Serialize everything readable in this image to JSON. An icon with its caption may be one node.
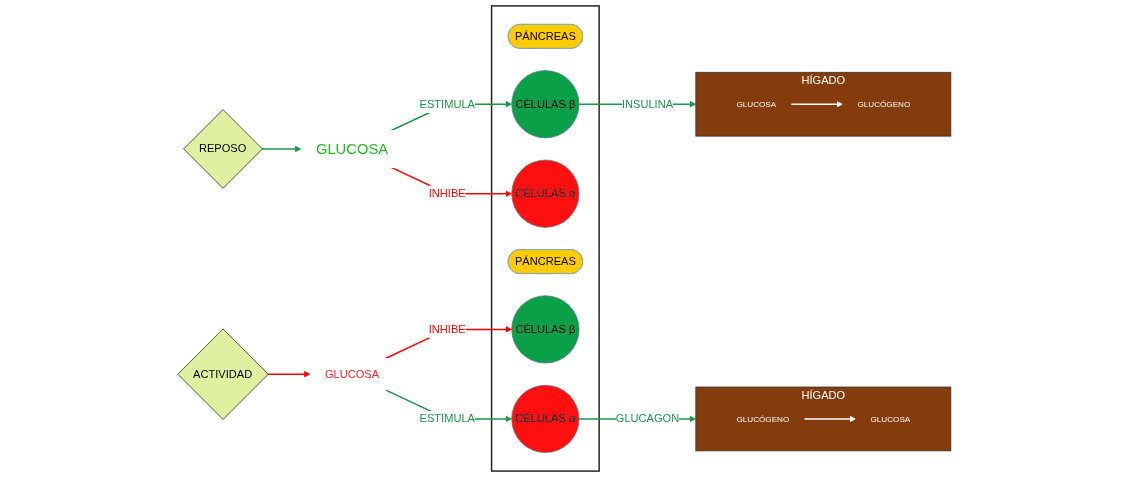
{
  "diagram": {
    "nodes": [
      {
        "text": [
          "REPOSO"
        ]
      },
      {
        "text": [
          "GLUCOSA"
        ]
      },
      {
        "text": [],
        "shape": "box"
      },
      {
        "text": [
          "PÁNCREAS"
        ],
        "in": 2
      },
      {
        "text": [
          "CÉLULAS β"
        ],
        "in": 2
      },
      {
        "text": [
          "CÉLULAS α"
        ],
        "in": 2
      },
      {
        "text": [
          "HÍGADO"
        ]
      },
      {
        "text": [
          "GLUCOSA"
        ],
        "in": 6
      },
      {
        "text": [
          "GLUCÓGENO"
        ],
        "in": 6
      },
      {
        "text": [
          "HÍGADO"
        ]
      },
      {
        "text": [
          "GLUCOSA"
        ],
        "in": 9
      },
      {
        "text": [
          "GLUCÓGENO"
        ],
        "in": 9
      },
      {
        "text": [
          "PÁNCREAS"
        ],
        "in": 2
      },
      {
        "text": [
          "CÉLULAS β"
        ],
        "in": 2
      },
      {
        "text": [
          "CÉLULAS α"
        ],
        "in": 2
      },
      {
        "text": [
          "GLUCOSA"
        ]
      },
      {
        "text": [
          "ACTIVIDAD"
        ]
      }
    ],
    "edges": [
      {
        "from": 0,
        "to": 1,
        "arrow": "to"
      },
      {
        "from": 1,
        "to": 4,
        "arrow": "to",
        "label": "ESTIMULA"
      },
      {
        "from": 1,
        "to": 5,
        "arrow": "to",
        "label": "INHIBE",
        "color": "#ff0000"
      },
      {
        "from": 4,
        "to": 9,
        "arrow": "to",
        "label": "INSULINA"
      },
      {
        "from": 8,
        "to": 7,
        "arrow": "to",
        "color": "#ffffff"
      },
      {
        "from": 10,
        "to": 11,
        "arrow": "to",
        "color": "#ffffff"
      },
      {
        "from": 16,
        "to": 15,
        "arrow": "to",
        "color": "#ff0000"
      },
      {
        "from": 15,
        "to": 13,
        "arrow": "to",
        "label": "INHIBE",
        "color": "#ff0000"
      },
      {
        "from": 15,
        "to": 14,
        "arrow": "to",
        "label": "ESTIMULA"
      },
      {
        "from": 14,
        "to": 6,
        "arrow": "to",
        "label": "GLUCAGON"
      }
    ]
  }
}
